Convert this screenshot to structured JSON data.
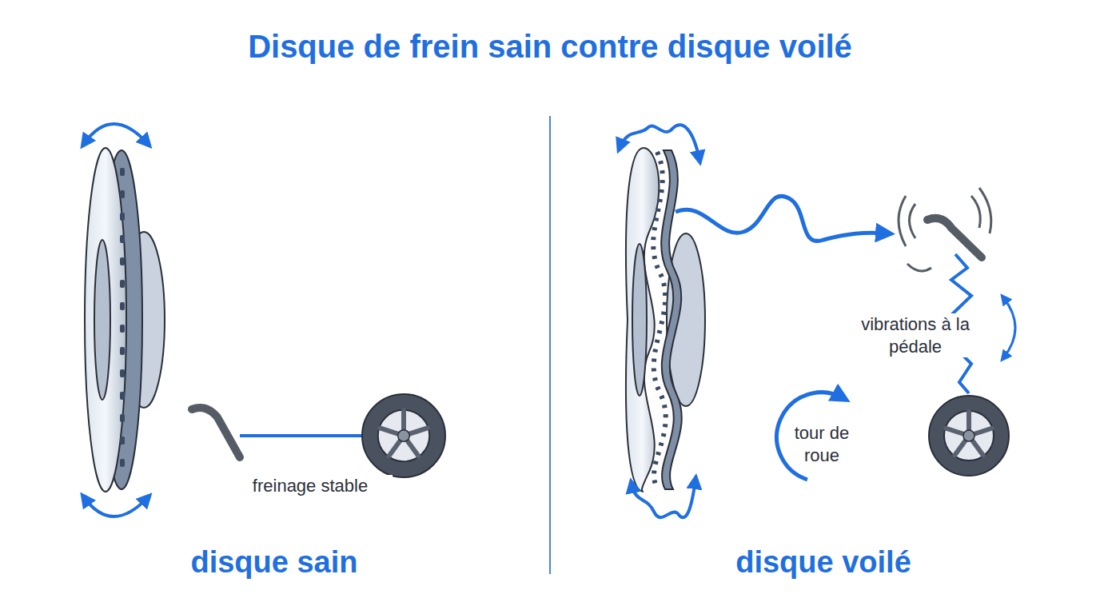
{
  "diagram": {
    "title": "Disque de frein sain contre disque voilé",
    "labels": [
      "freinage stable",
      "vibrations à la pédale",
      "tour de roue",
      "disque sain",
      "disque voilé"
    ]
  }
}
